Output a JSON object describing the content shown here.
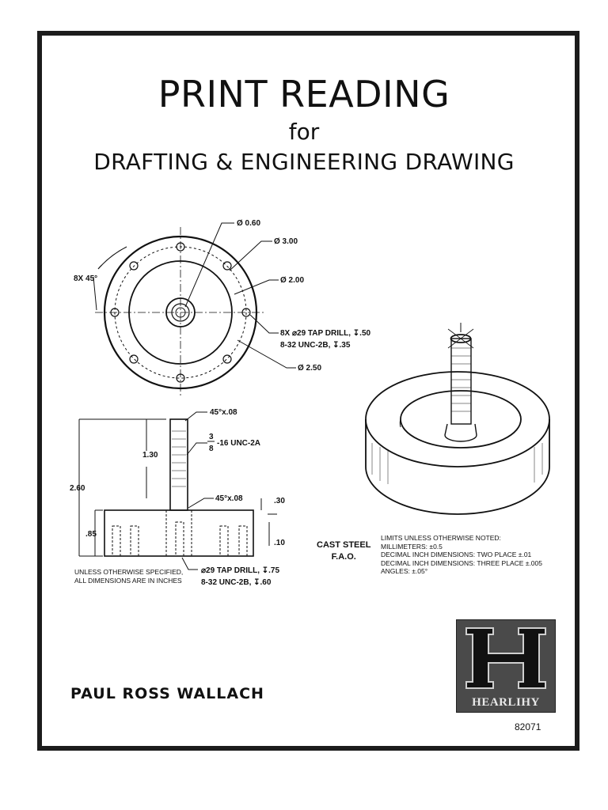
{
  "cover": {
    "title": "PRINT READING",
    "for": "for",
    "subtitle": "DRAFTING & ENGINEERING DRAWING",
    "author": "PAUL ROSS WALLACH",
    "publisher": "HEARLIHY",
    "code": "82071"
  },
  "top_view": {
    "angle_note": "8X 45°",
    "dim_060": "Ø 0.60",
    "dim_300": "Ø 3.00",
    "dim_200": "Ø 2.00",
    "tap_drill_1": "8X ⌀29 TAP DRILL, ↧.50",
    "tap_thread_1": "8-32 UNC-2B, ↧.35",
    "dim_250": "Ø 2.50"
  },
  "side_view": {
    "chamfer_top": "45°x.08",
    "thread_frac_num": "3",
    "thread_frac_den": "8",
    "thread_spec": "-16 UNC-2A",
    "dim_130": "1.30",
    "dim_260": "2.60",
    "chamfer_mid": "45°x.08",
    "dim_030": ".30",
    "dim_085": ".85",
    "dim_010": ".10",
    "tap_drill_2": "⌀29 TAP DRILL, ↧.75",
    "tap_thread_2": "8-32 UNC-2B, ↧.60"
  },
  "notes": {
    "units_note": "UNLESS OTHERWISE SPECIFIED,\nALL DIMENSIONS ARE IN INCHES",
    "material": "CAST STEEL",
    "finish": "F.A.O.",
    "limits": "LIMITS UNLESS OTHERWISE NOTED:\nMILLIMETERS: ±0.5\nDECIMAL INCH DIMENSIONS: TWO PLACE ±.01\nDECIMAL INCH DIMENSIONS: THREE PLACE ±.005\nANGLES: ±.05°"
  }
}
